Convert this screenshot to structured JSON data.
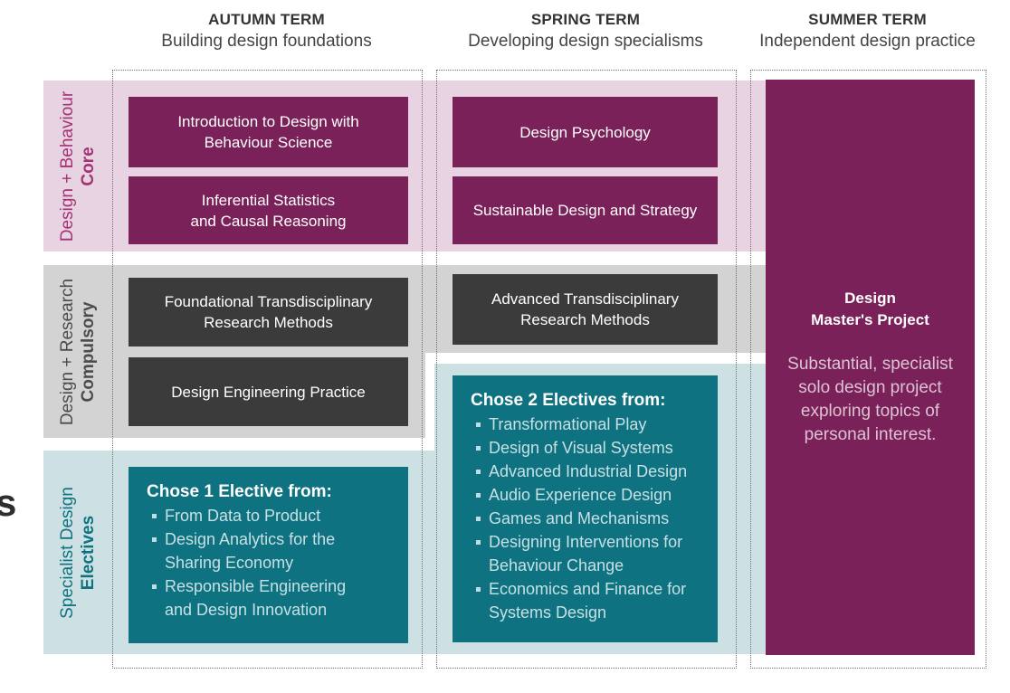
{
  "palette": {
    "purple_box": "#7B2159",
    "pink_band": "#E7D3E1",
    "pink_label_text": "#A33276",
    "grey_band": "#D3D3D3",
    "grey_label_text": "#4C4C4C",
    "dark_box": "#3B3B3B",
    "teal_box": "#0E7280",
    "teal_band": "#CDE1E5",
    "teal_label_text": "#0F7280",
    "elective_item_text": "#C7E0E4",
    "summer_body_text": "#DCC3D3"
  },
  "edge_fragment": "s",
  "terms": [
    {
      "title": "AUTUMN TERM",
      "subtitle": "Building design foundations"
    },
    {
      "title": "SPRING TERM",
      "subtitle": "Developing design specialisms"
    },
    {
      "title": "SUMMER TERM",
      "subtitle": "Independent design practice"
    }
  ],
  "row_labels": [
    {
      "line1": "Design + Behaviour",
      "line2": "Core"
    },
    {
      "line1": "Design + Research",
      "line2": "Compulsory"
    },
    {
      "line1": "Specialist Design",
      "line2": "Electives"
    }
  ],
  "autumn": {
    "core": [
      "Introduction to Design with\nBehaviour Science",
      "Inferential Statistics\nand Causal Reasoning"
    ],
    "research": [
      "Foundational Transdisciplinary\nResearch Methods",
      "Design Engineering Practice"
    ],
    "electives_header": "Chose 1 Elective from:",
    "electives": [
      "From Data to Product",
      "Design Analytics for the\nSharing Economy",
      "Responsible Engineering\nand Design Innovation"
    ]
  },
  "spring": {
    "core": [
      "Design Psychology",
      "Sustainable Design and Strategy"
    ],
    "research": [
      "Advanced Transdisciplinary\nResearch Methods"
    ],
    "electives_header": "Chose 2 Electives from:",
    "electives": [
      "Transformational Play",
      "Design of Visual Systems",
      "Advanced Industrial Design",
      "Audio Experience Design",
      "Games and Mechanisms",
      "Designing Interventions for\nBehaviour Change",
      "Economics and Finance for\nSystems Design"
    ]
  },
  "summer": {
    "project_title": "Design\nMaster's Project",
    "project_description": "Substantial, specialist\nsolo design project\nexploring topics of\npersonal interest."
  }
}
